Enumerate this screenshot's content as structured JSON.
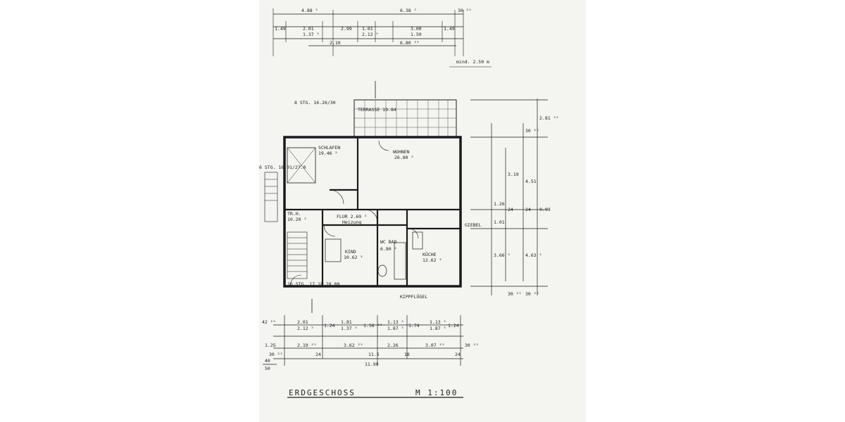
{
  "title": "ERDGESCHOSS",
  "scale": "M 1:100",
  "rooms": {
    "schlafen": {
      "name": "SCHLAFEN",
      "area": "19.46 ²"
    },
    "wohnen": {
      "name": "WOHNEN",
      "area": "26.80 ²"
    },
    "terrasse": {
      "name": "TERRASSE 19.84"
    },
    "flur": {
      "name": "FLUR 2.69 ²"
    },
    "kind": {
      "name": "KIND",
      "area": "10.62 ²"
    },
    "bad": {
      "name": "WC BAD",
      "area": "6.80 ²"
    },
    "kueche": {
      "name": "KÜCHE",
      "area": "12.62 ²"
    },
    "trh": {
      "name": "TR.H.",
      "area": "10.20 ²"
    }
  },
  "notes": {
    "stairs_a": "16 STG. 17.18 28.00",
    "stairs_b": "8 STG. 16.26/30",
    "stairs_c": "6 STG. 16.01/27.0",
    "kipp": "KIPPFLÜGEL",
    "giebel": "GIEBEL",
    "heizung": "Heizung",
    "min": "mind. 2.50 m"
  },
  "dims_top": {
    "row1": [
      "4.88 ⁵",
      "6.38 ⁵",
      "30 ²⁵"
    ],
    "row2": [
      "1.49",
      "2.01",
      "1.37 ⁵",
      "2.99",
      "1.01",
      "2.12 ⁵",
      "3.00",
      "1.50",
      "1.49"
    ],
    "row3": [
      "2.10",
      "6.80 ²⁵"
    ]
  },
  "dims_bottom": {
    "row1": [
      "42 ²⁵",
      "2.01",
      "2.12 ⁵",
      "1.24",
      "1.81",
      "1.37 ⁵",
      "1.56 ²⁵",
      "1.13 ⁵",
      "1.87 ⁵",
      "1.74",
      "1.13 ⁵",
      "1.87 ⁵",
      "1.24"
    ],
    "row2": [
      "1.25",
      "2.19 ²⁵",
      "3.62 ²⁵",
      "2.26",
      "3.07 ²⁵",
      "30 ²⁵"
    ],
    "row3": [
      "30 ²⁵",
      "24",
      "11.5",
      "18",
      "24"
    ],
    "total": "11.99"
  },
  "dims_right": [
    "2.81 ²⁵",
    "30 ²⁵",
    "3.19",
    "1.26",
    "1.01",
    "3.66 ⁵",
    "4.51",
    "4.63 ⁵",
    "9.99",
    "24",
    "24",
    "30 ²⁵",
    "30 ²⁵"
  ],
  "dims_left": [
    "40",
    "50"
  ]
}
